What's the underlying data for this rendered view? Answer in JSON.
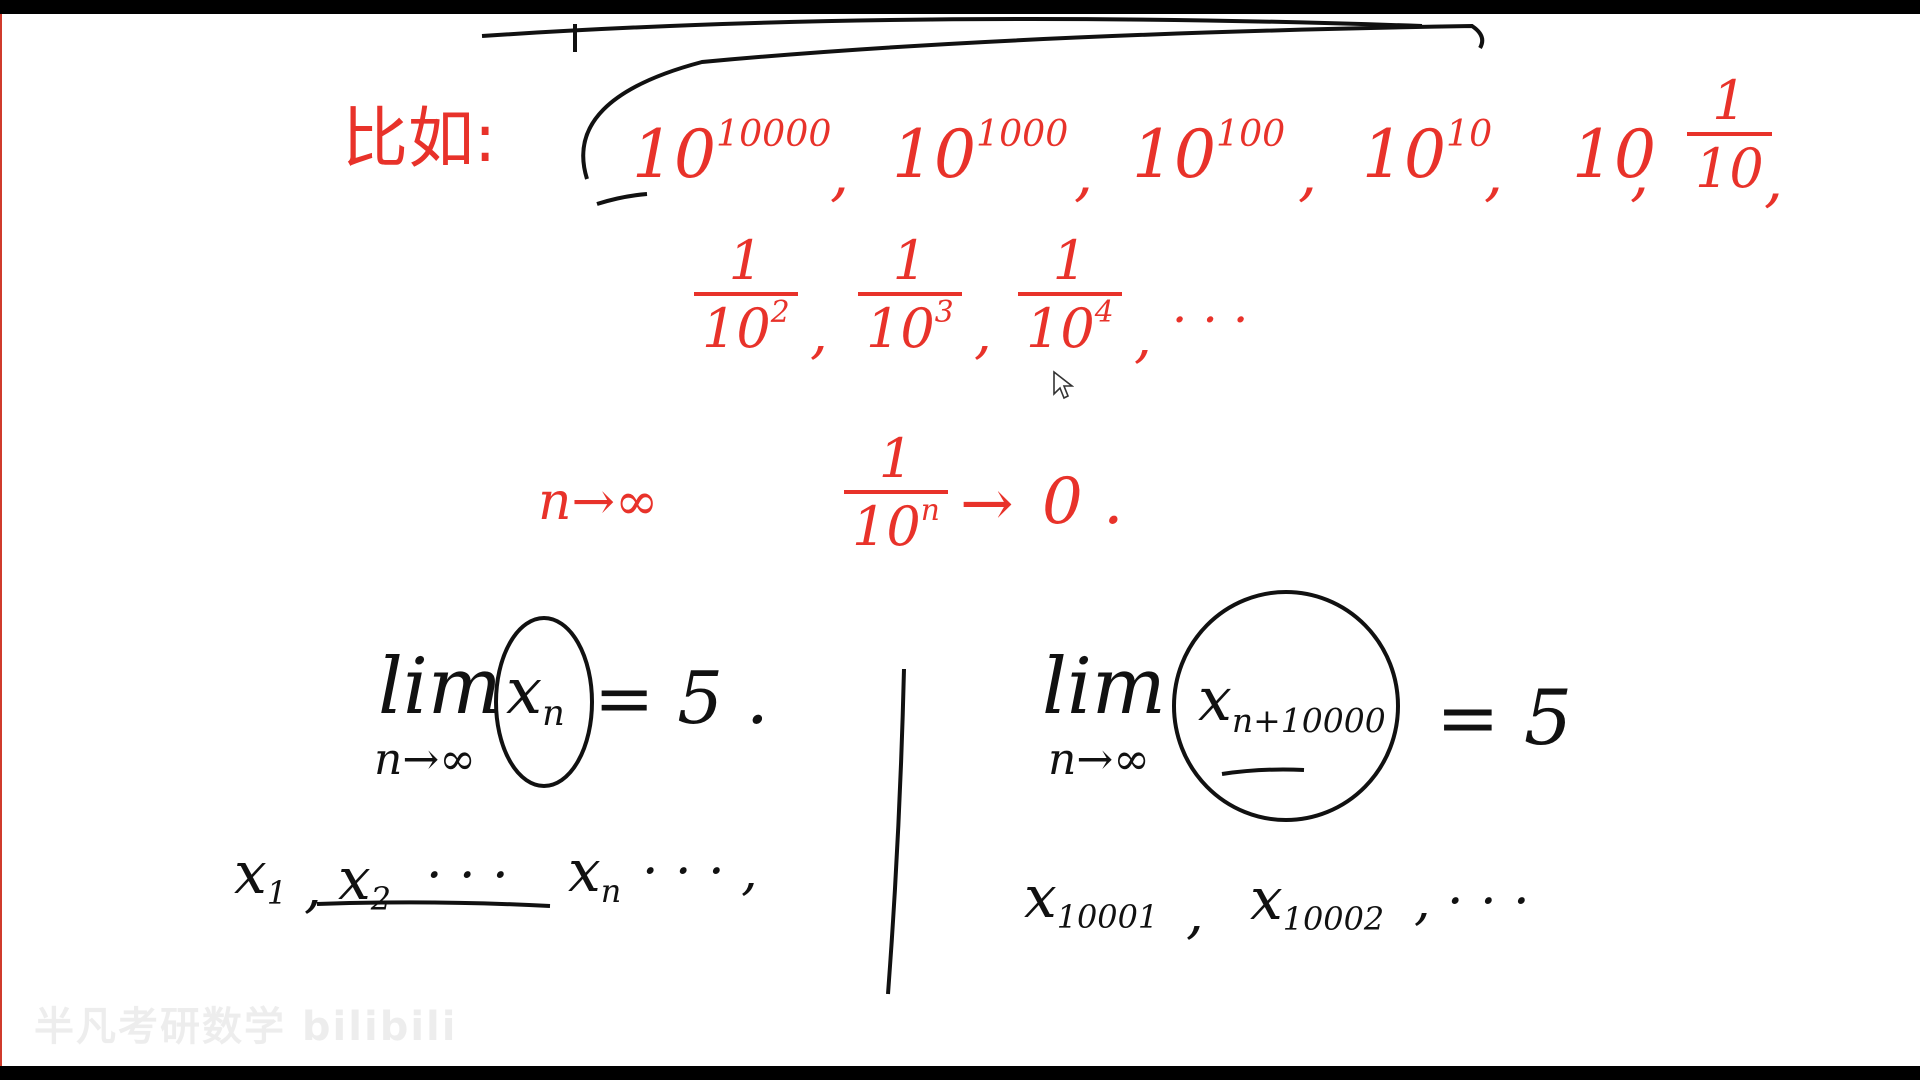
{
  "top_line": {
    "label": "比如:",
    "terms": [
      {
        "base": "10",
        "exp": "10000"
      },
      {
        "base": "10",
        "exp": "1000"
      },
      {
        "base": "10",
        "exp": "100"
      },
      {
        "base": "10",
        "exp": "10"
      },
      {
        "base": "10",
        "exp": ""
      },
      {
        "num": "1",
        "den": "10"
      }
    ],
    "separator": ","
  },
  "second_line": {
    "fractions": [
      {
        "num": "1",
        "den_base": "10",
        "den_exp": "2"
      },
      {
        "num": "1",
        "den_base": "10",
        "den_exp": "3"
      },
      {
        "num": "1",
        "den_base": "10",
        "den_exp": "4"
      }
    ],
    "ellipsis": "· · ·"
  },
  "limit_line": {
    "condition": "n→∞",
    "num": "1",
    "den_base": "10",
    "den_exp": "n",
    "arrow": "→",
    "result": "0 ."
  },
  "left_block": {
    "lim": "lim",
    "under": "n→∞",
    "var": "x",
    "var_sub": "n",
    "equals": "= 5 .",
    "sequence": [
      {
        "var": "x",
        "sub": "1"
      },
      {
        "var": "x",
        "sub": "2"
      },
      {
        "text": "· · ·"
      },
      {
        "var": "x",
        "sub": "n"
      },
      {
        "text": "· · · ,"
      }
    ]
  },
  "right_block": {
    "lim": "lim",
    "under": "n→∞",
    "var": "x",
    "var_sub": "n+10000",
    "equals": "= 5",
    "sequence": [
      {
        "var": "x",
        "sub": "10001"
      },
      {
        "var": "x",
        "sub": "10002"
      },
      {
        "text": ", · · ·"
      }
    ]
  },
  "watermark": "半凡考研数学 bilibili",
  "colors": {
    "ink_red": "#e8322a",
    "ink_black": "#111111",
    "board": "#ffffff",
    "frame": "#000000"
  }
}
